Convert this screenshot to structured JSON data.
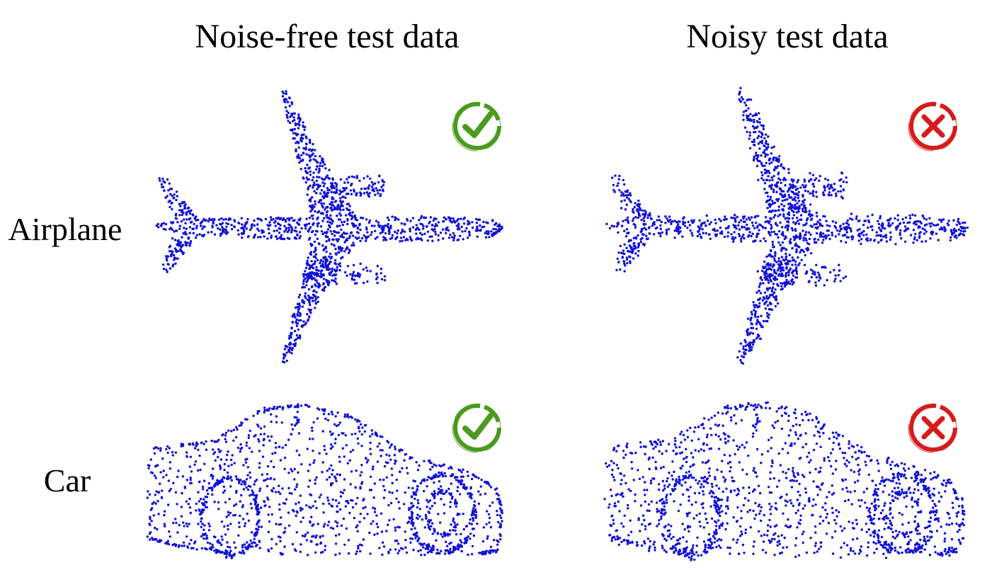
{
  "columns": {
    "clean": "Noise-free test data",
    "noisy": "Noisy test data"
  },
  "rows": {
    "airplane": "Airplane",
    "car": "Car"
  },
  "results": {
    "airplane_clean": "correct",
    "airplane_noisy": "incorrect",
    "car_clean": "correct",
    "car_noisy": "incorrect"
  },
  "icons": {
    "correct": "check-circle-icon",
    "incorrect": "cross-circle-icon"
  },
  "colors": {
    "points": "#1010d8",
    "correct": "#4a9a1e",
    "incorrect": "#d81a1a"
  }
}
